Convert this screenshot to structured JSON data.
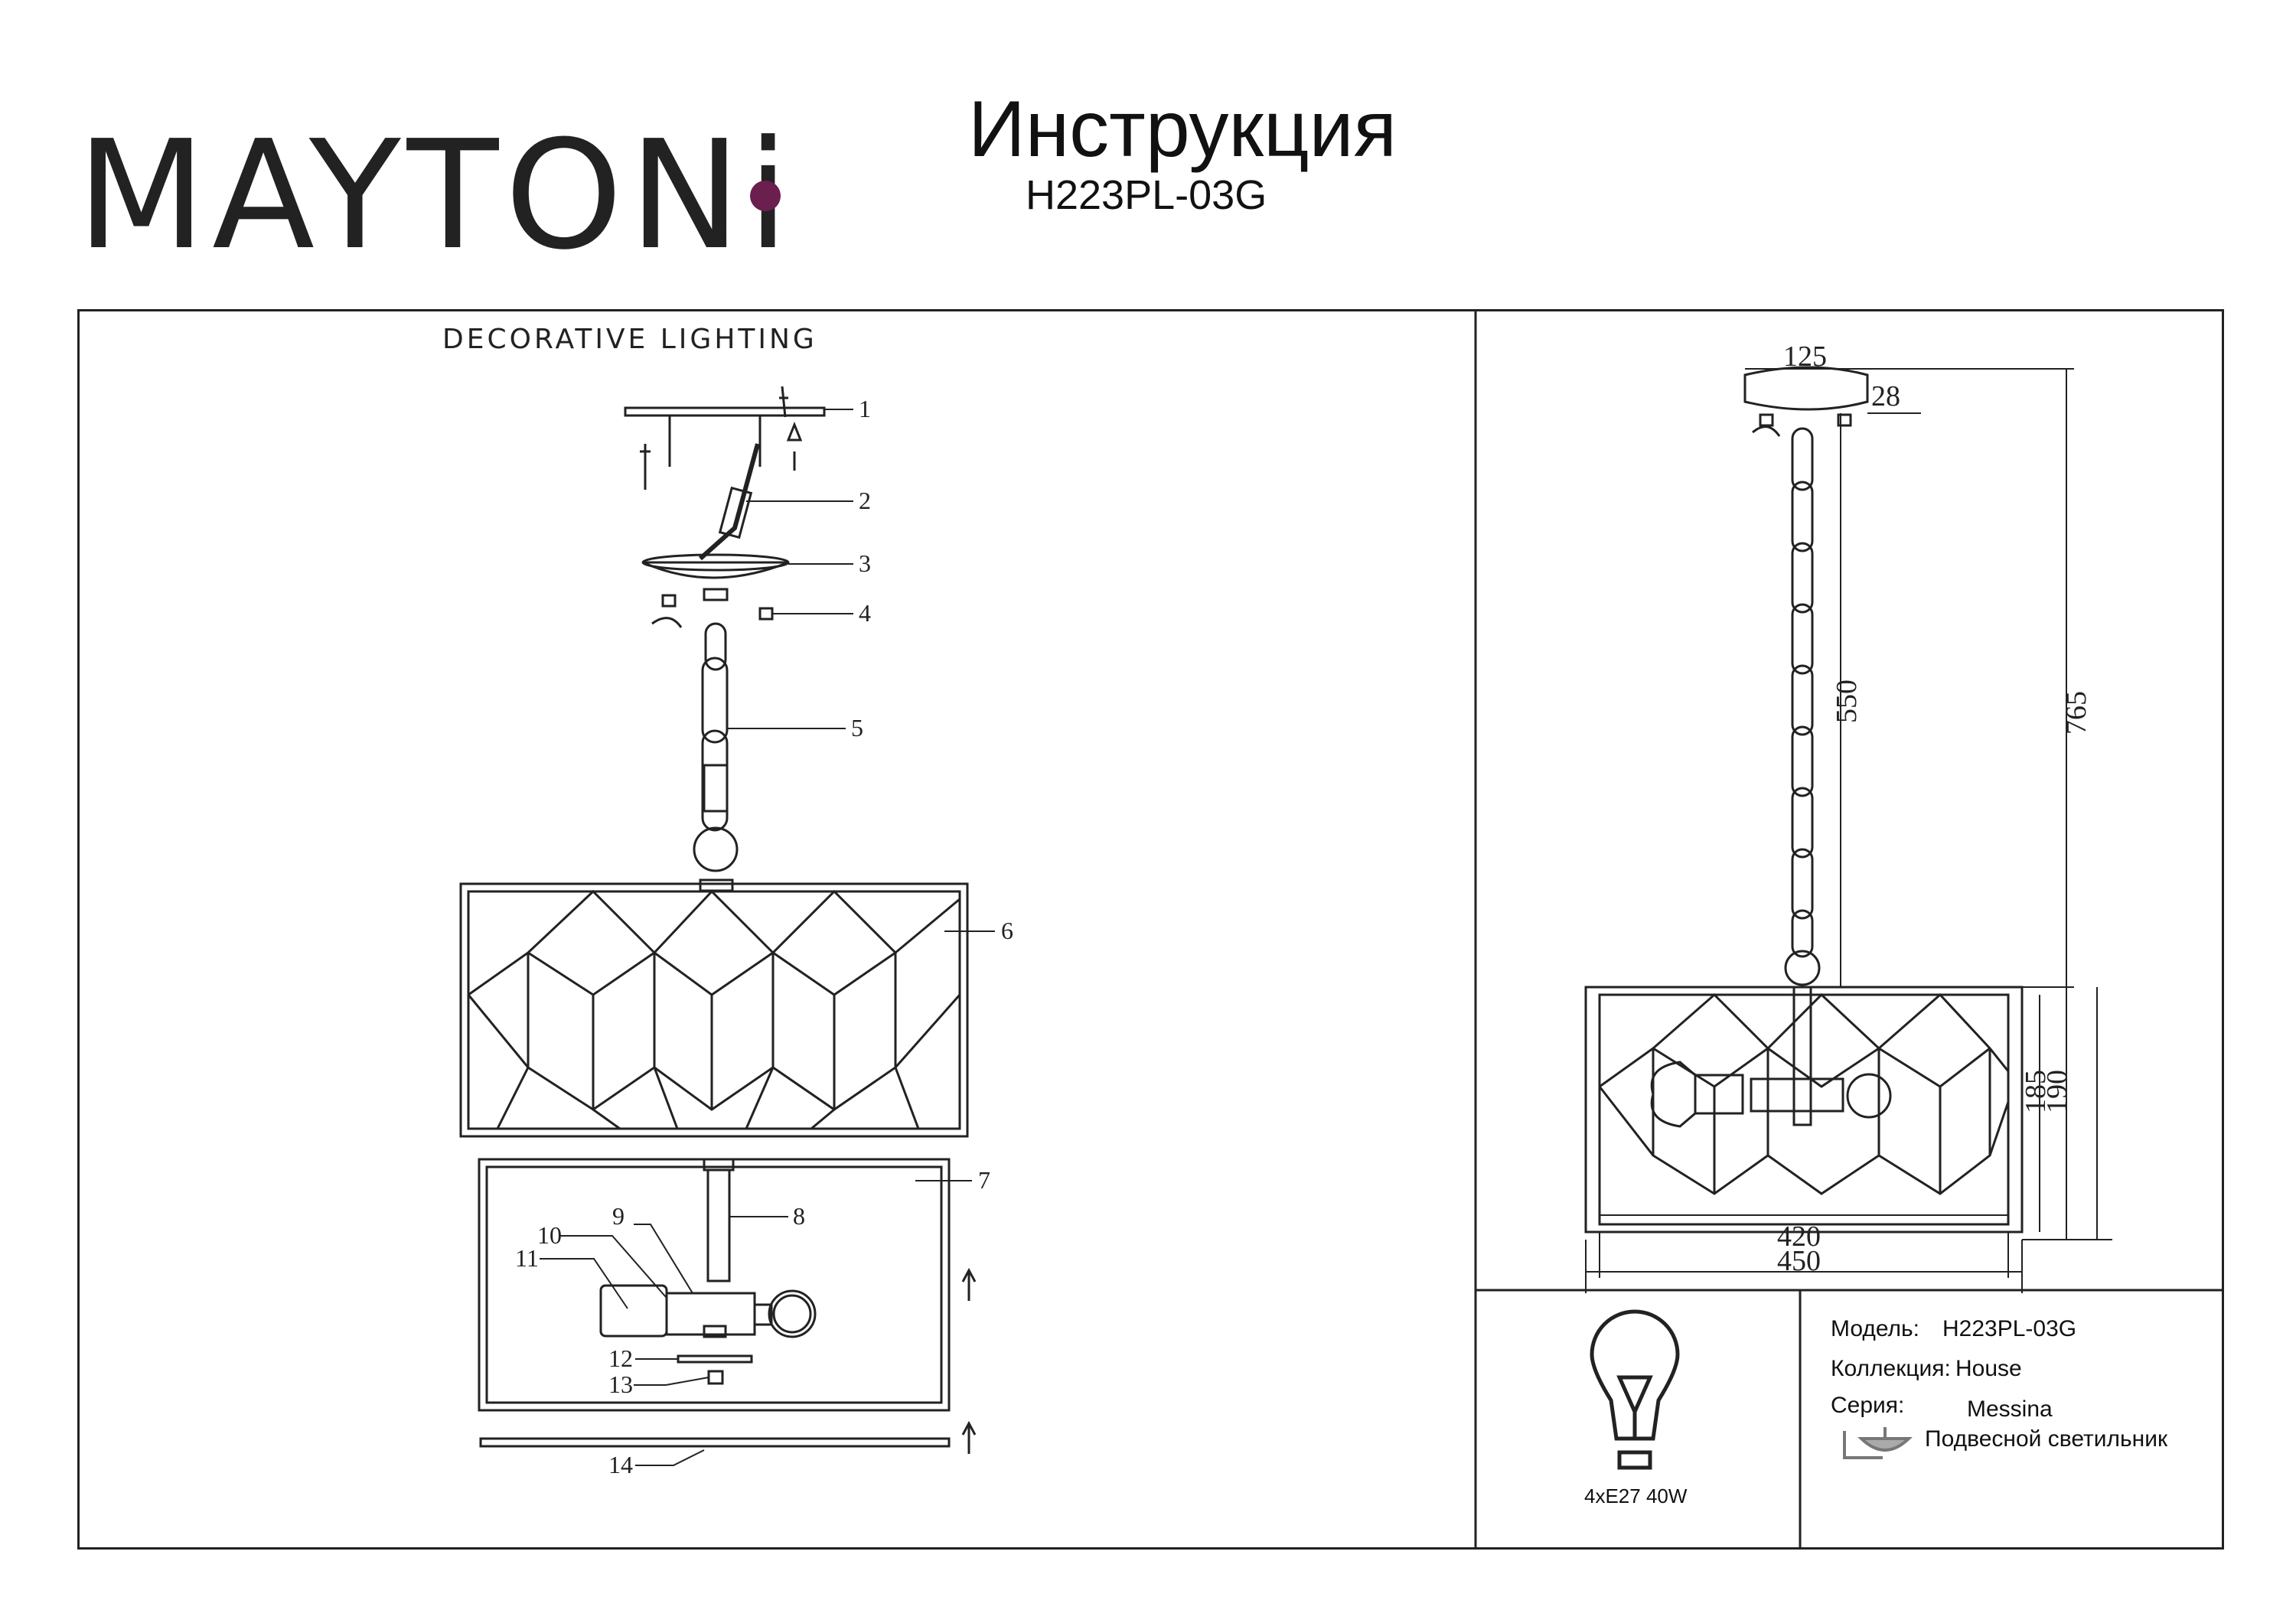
{
  "header": {
    "brand": "MAYTONi",
    "tagline": "DECORATIVE LIGHTING",
    "brand_dot_color": "#6b1f4e",
    "title": "Инструкция",
    "model": "H223PL-03G"
  },
  "assembly": {
    "callouts": [
      "1",
      "2",
      "3",
      "4",
      "5",
      "6",
      "7",
      "8",
      "9",
      "10",
      "11",
      "12",
      "13",
      "14"
    ]
  },
  "dimensions": {
    "canopy_width": "125",
    "canopy_height": "28",
    "chain_length": "550",
    "total_height": "765",
    "shade_height_inner": "185",
    "shade_height_outer": "190",
    "shade_width_inner": "420",
    "shade_width_outer": "450"
  },
  "bulb": {
    "icon": "bulb-icon",
    "spec": "4xE27 40W"
  },
  "info": {
    "model_label": "Модель:",
    "model_value": "H223PL-03G",
    "collection_label": "Коллекция:",
    "collection_value": "House",
    "series_label": "Серия:",
    "series_value": "Messina",
    "type_icon": "pendant-lamp-icon",
    "type_value": "Подвесной светильник"
  }
}
